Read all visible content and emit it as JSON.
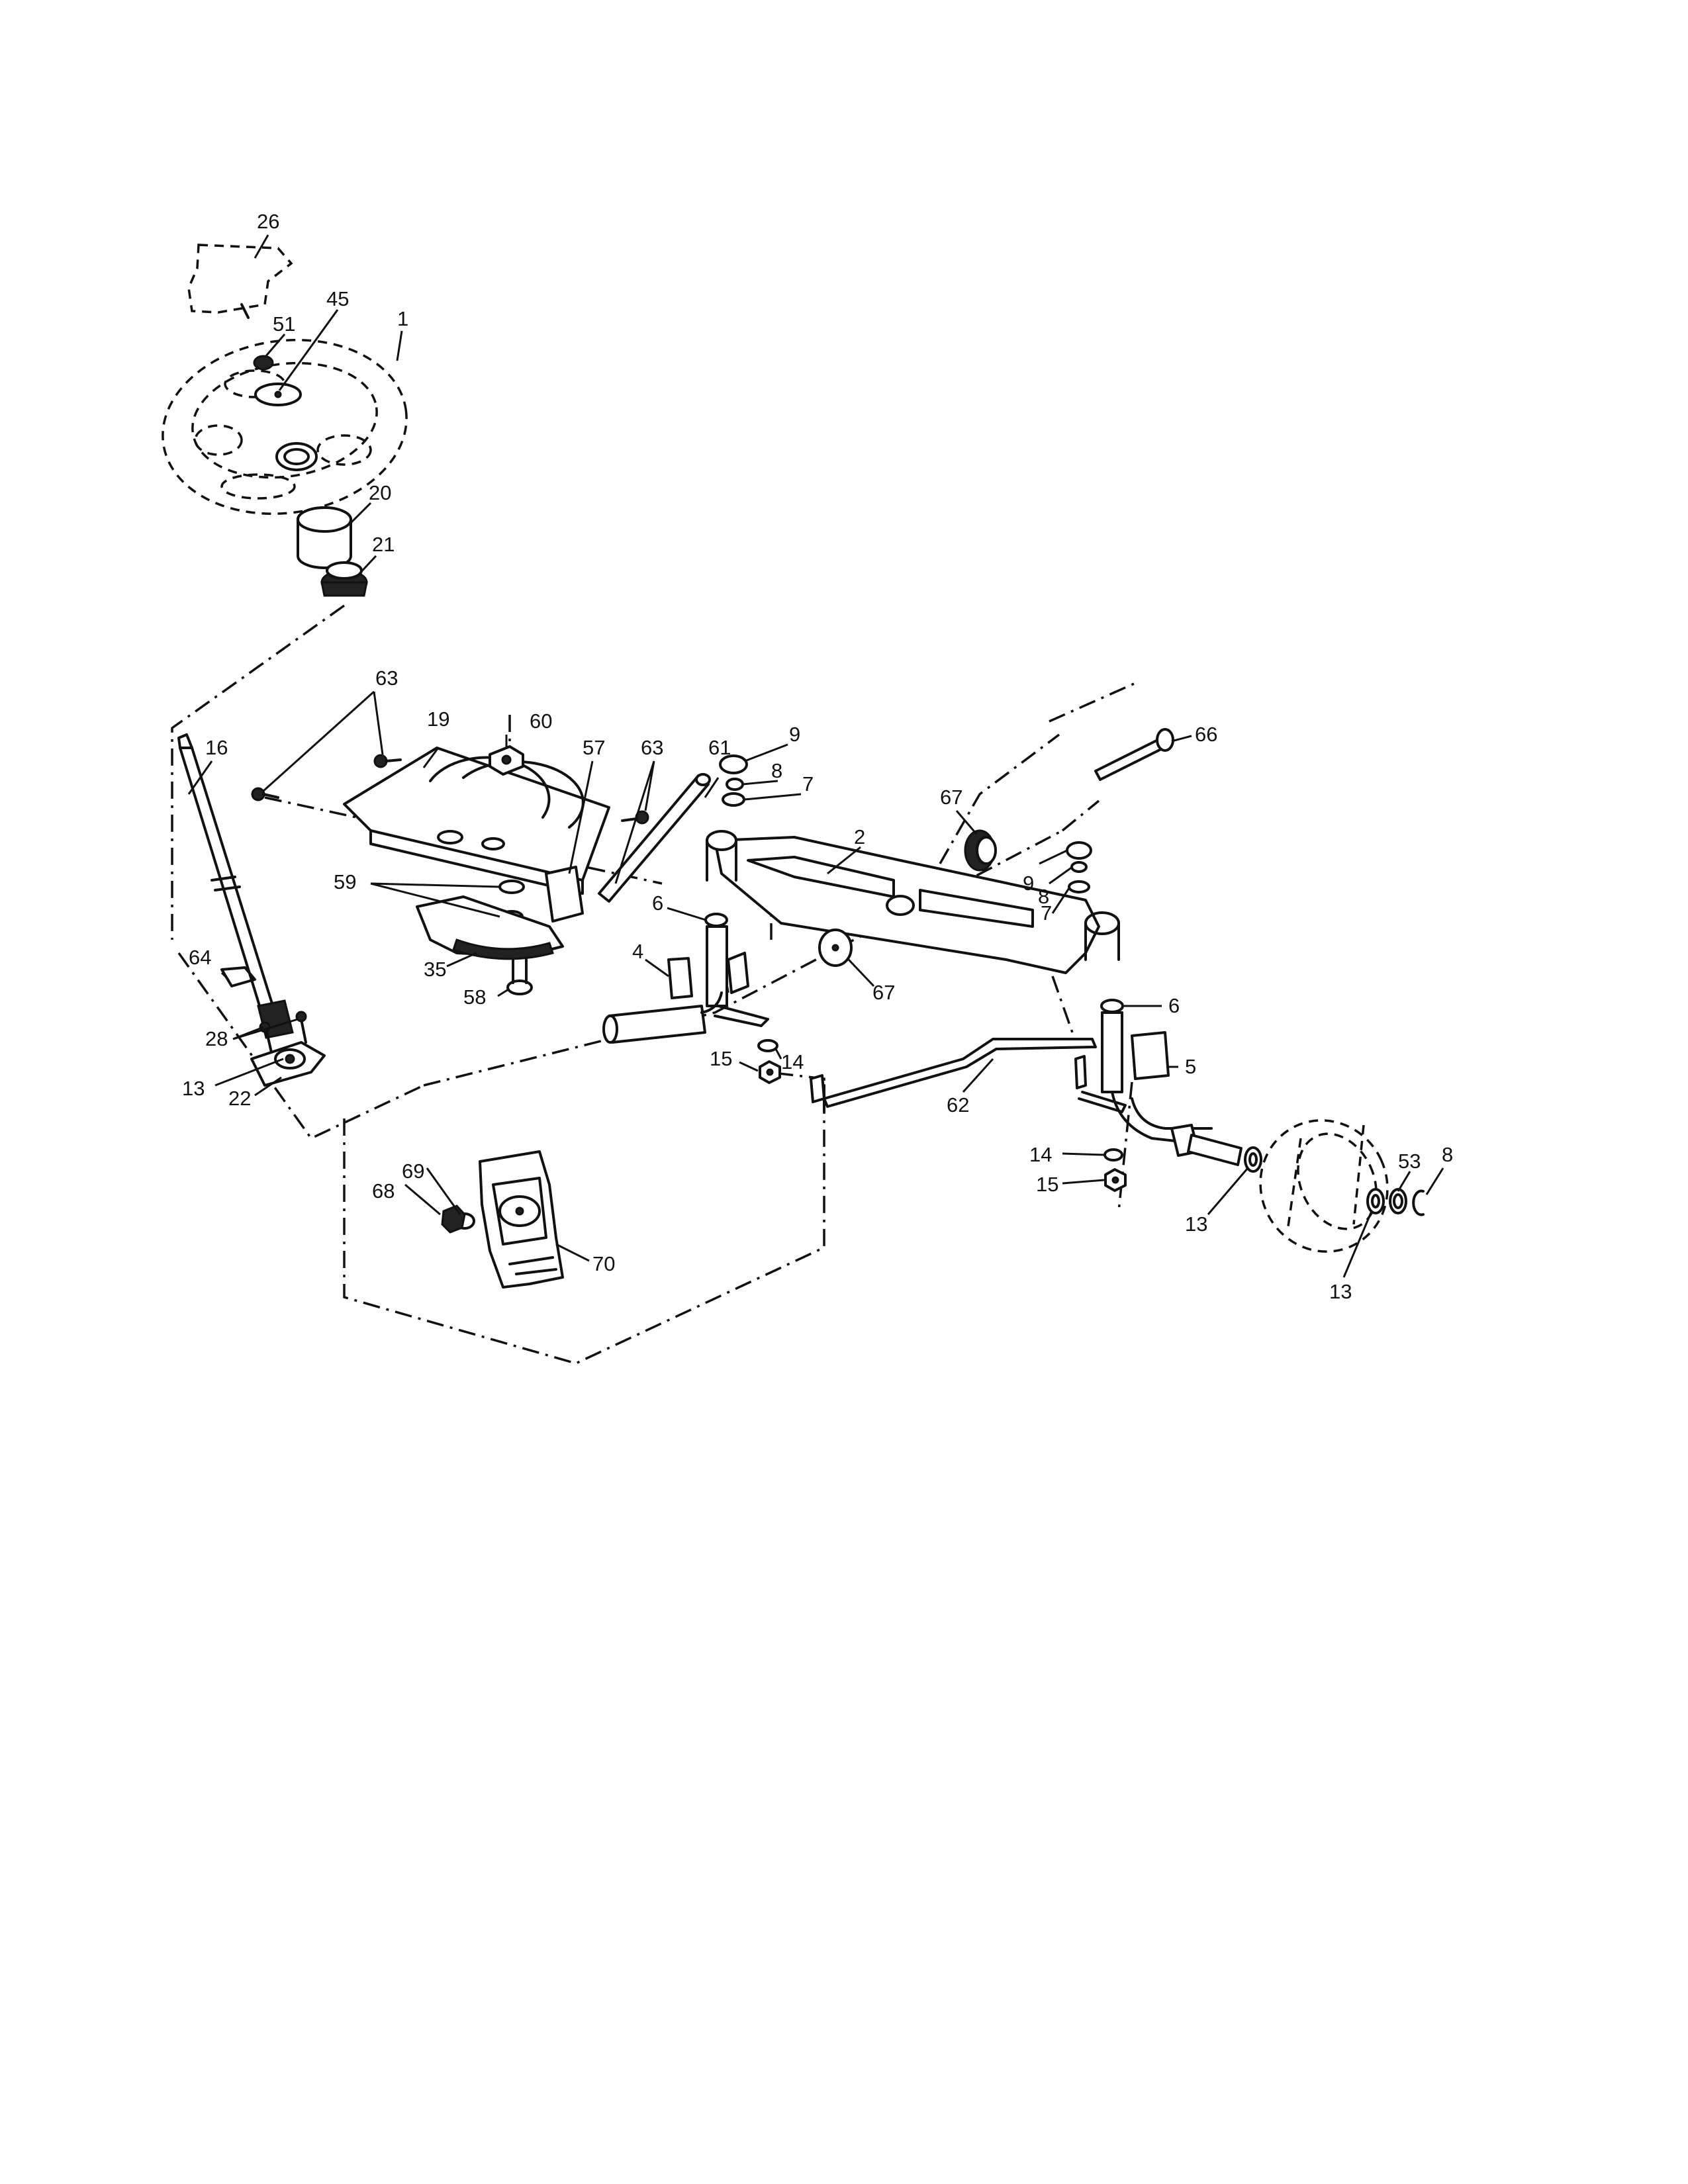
{
  "diagram": {
    "callouts": [
      {
        "id": "c26",
        "label": "26"
      },
      {
        "id": "c45",
        "label": "45"
      },
      {
        "id": "c1",
        "label": "1"
      },
      {
        "id": "c51",
        "label": "51"
      },
      {
        "id": "c20",
        "label": "20"
      },
      {
        "id": "c21",
        "label": "21"
      },
      {
        "id": "c63a",
        "label": "63"
      },
      {
        "id": "c19",
        "label": "19"
      },
      {
        "id": "c60",
        "label": "60"
      },
      {
        "id": "c57",
        "label": "57"
      },
      {
        "id": "c63b",
        "label": "63"
      },
      {
        "id": "c16",
        "label": "16"
      },
      {
        "id": "c59",
        "label": "59"
      },
      {
        "id": "c35",
        "label": "35"
      },
      {
        "id": "c58",
        "label": "58"
      },
      {
        "id": "c64",
        "label": "64"
      },
      {
        "id": "c28",
        "label": "28"
      },
      {
        "id": "c13a",
        "label": "13"
      },
      {
        "id": "c22",
        "label": "22"
      },
      {
        "id": "c61",
        "label": "61"
      },
      {
        "id": "c9a",
        "label": "9"
      },
      {
        "id": "c8a",
        "label": "8"
      },
      {
        "id": "c7a",
        "label": "7"
      },
      {
        "id": "c2",
        "label": "2"
      },
      {
        "id": "c67a",
        "label": "67"
      },
      {
        "id": "c66",
        "label": "66"
      },
      {
        "id": "c9b",
        "label": "9"
      },
      {
        "id": "c8b",
        "label": "8"
      },
      {
        "id": "c7b",
        "label": "7"
      },
      {
        "id": "c6a",
        "label": "6"
      },
      {
        "id": "c4",
        "label": "4"
      },
      {
        "id": "c67b",
        "label": "67"
      },
      {
        "id": "c6b",
        "label": "6"
      },
      {
        "id": "c14a",
        "label": "14"
      },
      {
        "id": "c15a",
        "label": "15"
      },
      {
        "id": "c5",
        "label": "5"
      },
      {
        "id": "c62",
        "label": "62"
      },
      {
        "id": "c14b",
        "label": "14"
      },
      {
        "id": "c15b",
        "label": "15"
      },
      {
        "id": "c53",
        "label": "53"
      },
      {
        "id": "c8c",
        "label": "8"
      },
      {
        "id": "c13b",
        "label": "13"
      },
      {
        "id": "c13c",
        "label": "13"
      },
      {
        "id": "c69",
        "label": "69"
      },
      {
        "id": "c68",
        "label": "68"
      },
      {
        "id": "c70",
        "label": "70"
      }
    ]
  }
}
